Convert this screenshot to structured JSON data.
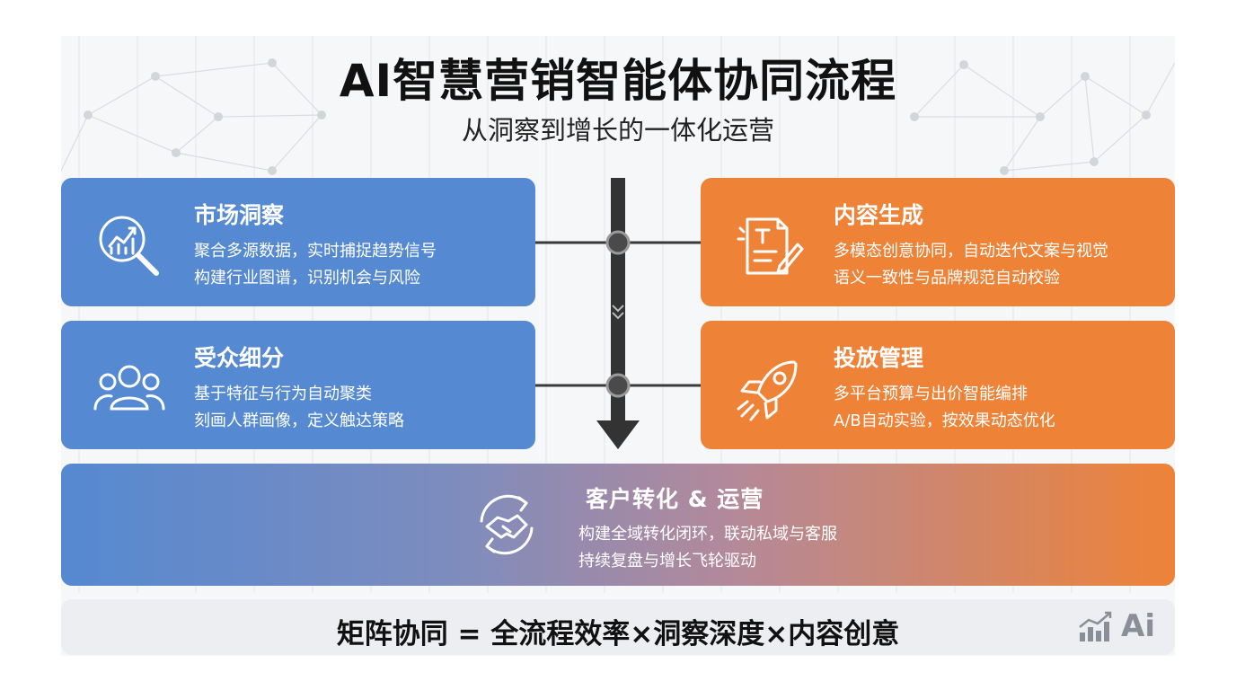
{
  "header": {
    "title": "AI智慧营销智能体协同流程",
    "subtitle": "从洞察到增长的一体化运营"
  },
  "colors": {
    "blue": "#5589d1",
    "orange": "#ee8338",
    "dark": "#333333"
  },
  "stages": {
    "insight": {
      "title": "市场洞察",
      "line1": "聚合多源数据，实时捕捉趋势信号",
      "line2": "构建行业图谱，识别机会与风险",
      "icon": "magnifier-chart-icon"
    },
    "segment": {
      "title": "受众细分",
      "line1": "基于特征与行为自动聚类",
      "line2": "刻画人群画像，定义触达策略",
      "icon": "people-group-icon"
    },
    "content": {
      "title": "内容生成",
      "line1": "多模态创意协同，自动迭代文案与视觉",
      "line2": "语义一致性与品牌规范自动校验",
      "icon": "document-pen-icon"
    },
    "delivery": {
      "title": "投放管理",
      "line1": "多平台预算与出价智能编排",
      "line2": "A/B自动实验，按效果动态优化",
      "icon": "rocket-icon"
    },
    "conversion": {
      "title": "客户转化 & 运营",
      "line1": "构建全域转化闭环，联动私域与客服",
      "line2": "持续复盘与增长飞轮驱动",
      "icon": "handshake-cycle-icon"
    }
  },
  "footer": {
    "formula": "矩阵协同 = 全流程效率×洞察深度×内容创意",
    "logo_text": "Ai",
    "logo_icon": "bar-growth-icon"
  }
}
